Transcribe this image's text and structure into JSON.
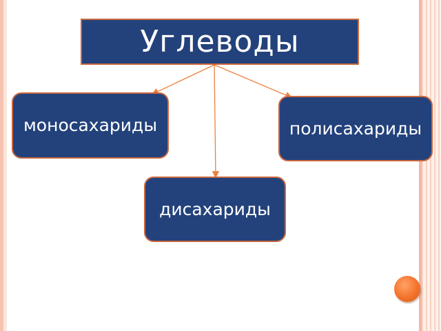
{
  "diagram": {
    "root": {
      "label": "Углеводы"
    },
    "children": [
      {
        "id": "mono",
        "label": "моносахариды"
      },
      {
        "id": "poly",
        "label": "полисахариды"
      },
      {
        "id": "di",
        "label": "дисахариды"
      }
    ]
  },
  "colors": {
    "box_fill": "#23427c",
    "box_border": "#c9683f",
    "connector": "#ee7f3b",
    "text": "#ffffff",
    "nav_button": "#f4722b"
  }
}
